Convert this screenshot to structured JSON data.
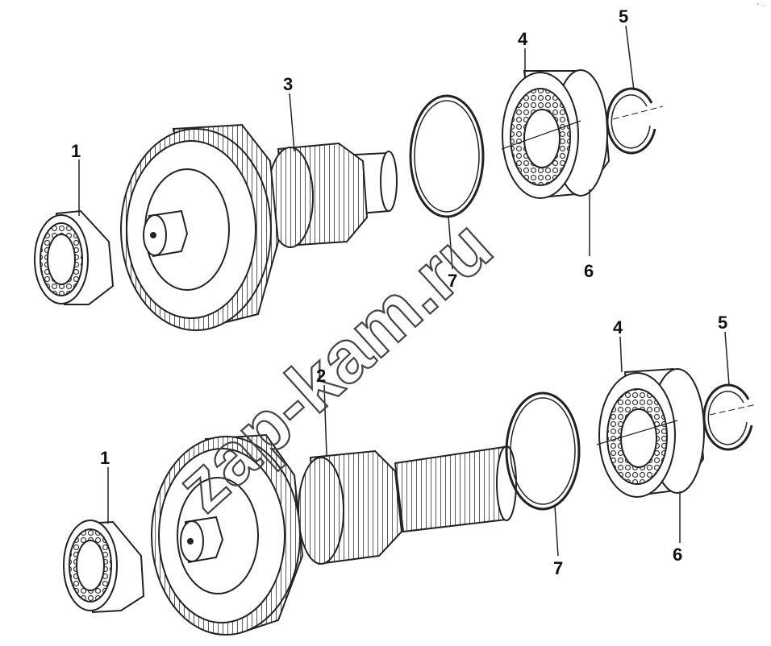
{
  "corner_mark": "° ···",
  "watermark": "zap-kam.ru",
  "top_assembly": {
    "labels": {
      "roller_bearing": "1",
      "gear_shaft": "3",
      "ball_bearing": "4",
      "snap_ring": "5",
      "bearing_ring": "6",
      "o_ring": "7"
    }
  },
  "bottom_assembly": {
    "labels": {
      "roller_bearing": "1",
      "gear_shaft": "2",
      "ball_bearing": "4",
      "snap_ring": "5",
      "bearing_ring": "6",
      "o_ring": "7"
    }
  },
  "colors": {
    "line": "#222222",
    "paper": "#ffffff"
  }
}
